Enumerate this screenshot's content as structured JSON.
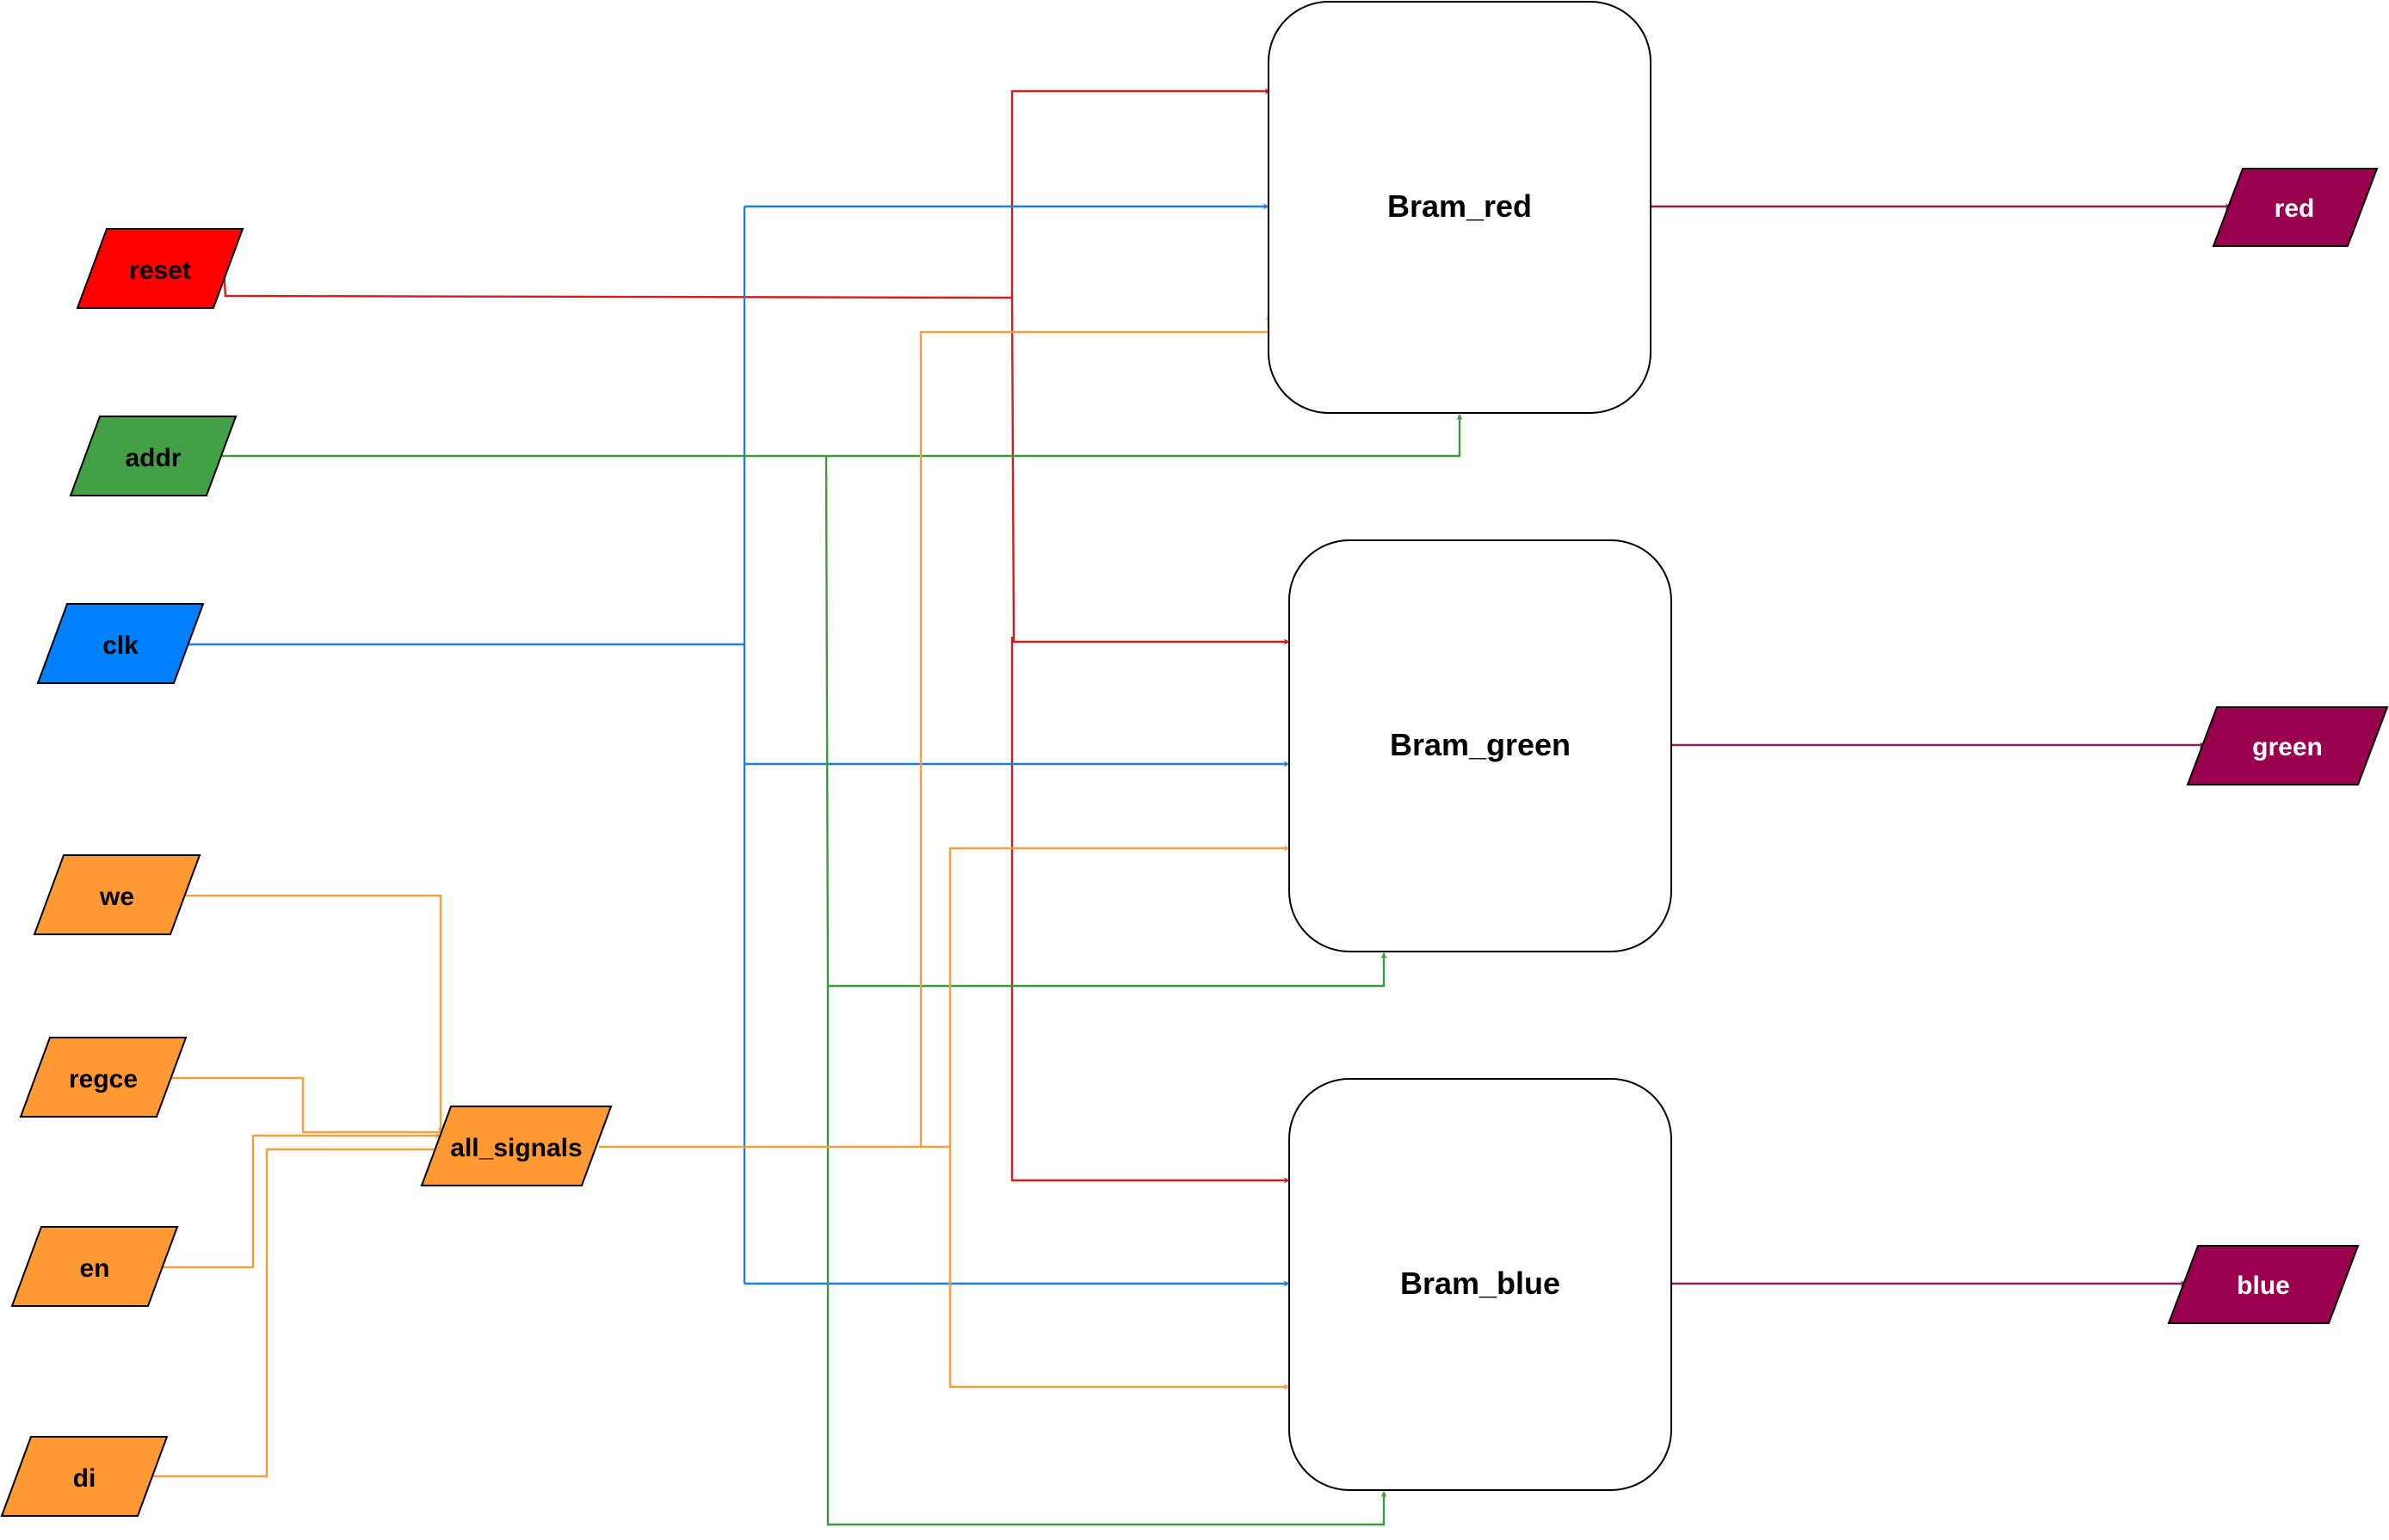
{
  "colors": {
    "reset": "#ff0000",
    "addr": "#43a047",
    "clk": "#007fff",
    "control": "#ff9933",
    "output": "#99004d",
    "red_wire": "#d01e1e",
    "green_wire": "#3d9a3d",
    "blue_wire": "#1f7fd6",
    "orange_wire": "#f4a040",
    "output_wire": "#8a1f5c"
  },
  "inputs": {
    "reset": "reset",
    "addr": "addr",
    "clk": "clk",
    "we": "we",
    "regce": "regce",
    "en": "en",
    "di": "di"
  },
  "bus": {
    "all_signals": "all_signals"
  },
  "blocks": {
    "bram_red": "Bram_red",
    "bram_green": "Bram_green",
    "bram_blue": "Bram_blue"
  },
  "outputs": {
    "red": "red",
    "green": "green",
    "blue": "blue"
  }
}
